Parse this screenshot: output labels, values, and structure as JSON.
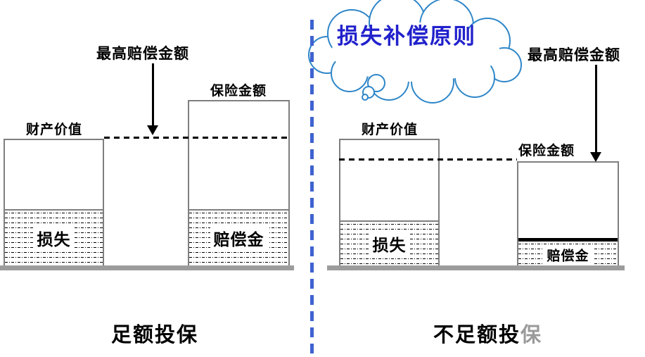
{
  "cloud": {
    "title": "损失补偿原则"
  },
  "left_panel": {
    "max_compensation_label": "最高赔偿金额",
    "property_value_label": "财产价值",
    "insured_amount_label": "保险金额",
    "loss_label": "损失",
    "compensation_label": "赔偿金",
    "caption": "足额投保"
  },
  "right_panel": {
    "max_compensation_label": "最高赔偿金额",
    "property_value_label": "财产价值",
    "insured_amount_label": "保险金额",
    "loss_label": "损失",
    "compensation_label": "赔偿金",
    "caption_main": "不足额投",
    "caption_watermarked": "保"
  },
  "colors": {
    "divider_blue": "#3E62D0",
    "cloud_stroke": "#2E86C8",
    "cloud_text": "#2121CC",
    "bar_border": "#7F7F7F",
    "ground_gray": "#9C9C9C"
  }
}
